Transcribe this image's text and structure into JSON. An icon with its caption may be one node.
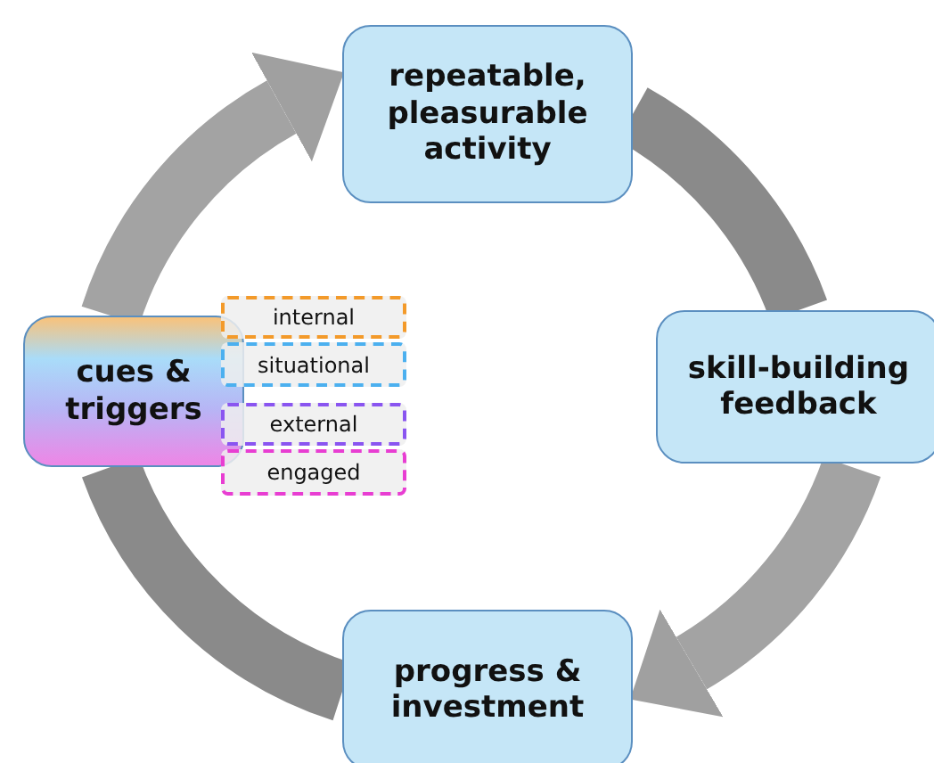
{
  "diagram": {
    "nodes": [
      {
        "text": [
          "repeatable, pleasurable activity"
        ]
      },
      {
        "text": [
          "skill-building feedback"
        ]
      },
      {
        "text": [
          "progress & investment"
        ]
      },
      {
        "text": [
          "cues & triggers"
        ]
      },
      {
        "text": [
          "internal"
        ]
      },
      {
        "text": [
          "situational"
        ]
      },
      {
        "text": [
          "external"
        ]
      },
      {
        "text": [
          "engaged"
        ]
      }
    ],
    "edges": [
      {
        "from": 3,
        "to": 0,
        "arrow": "to"
      },
      {
        "from": 0,
        "to": 1,
        "arrow": "none"
      },
      {
        "from": 1,
        "to": 2,
        "arrow": "to"
      },
      {
        "from": 2,
        "to": 3,
        "arrow": "none"
      }
    ]
  }
}
